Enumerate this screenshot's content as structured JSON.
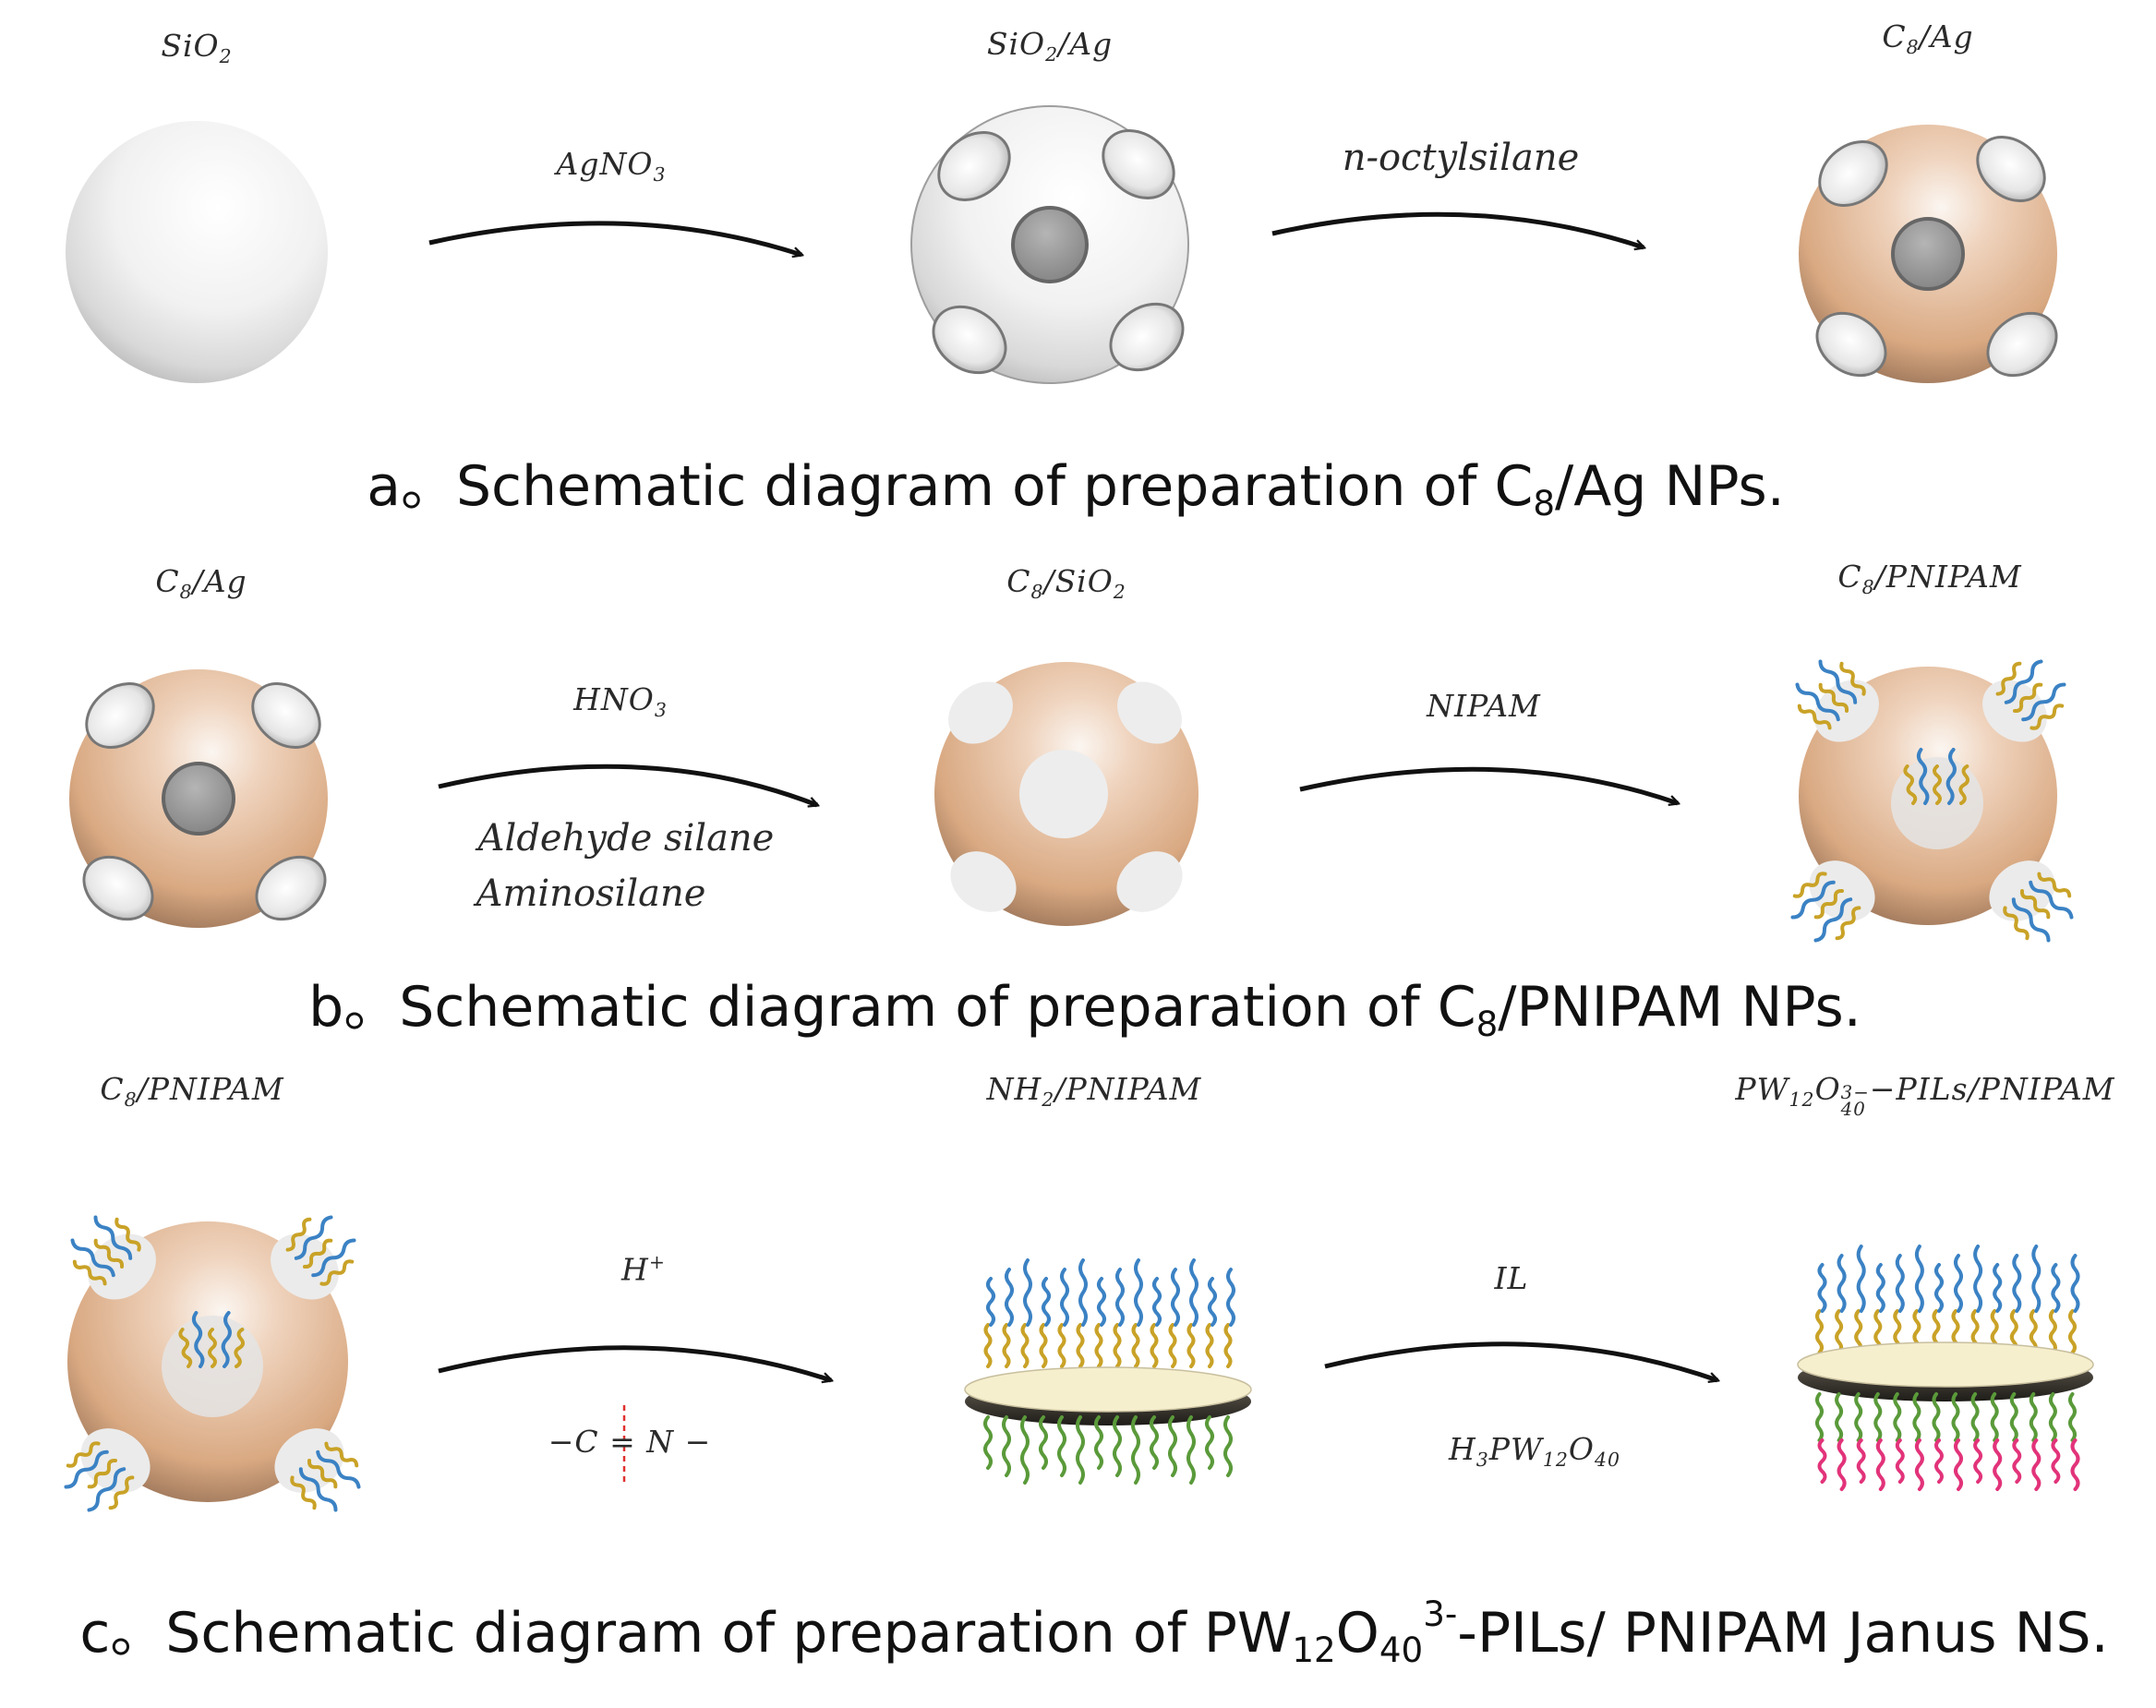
{
  "panel_a": {
    "labels": {
      "sio2": {
        "base": "SiO",
        "sub": "2"
      },
      "sio2_ag": {
        "pre": "SiO",
        "sub": "2",
        "post": "/Ag"
      },
      "c8_ag": {
        "pre": "C",
        "sub": "8",
        "post": "/Ag"
      }
    },
    "arrow1": {
      "reagent": {
        "pre": "AgNO",
        "sub": "3"
      }
    },
    "arrow2": {
      "reagent": "n-octylsilane"
    },
    "caption": {
      "pre": "a。Schematic diagram of preparation of C",
      "sub": "8",
      "post": "/Ag NPs."
    }
  },
  "panel_b": {
    "labels": {
      "c8_ag": {
        "pre": "C",
        "sub": "8",
        "post": "/Ag"
      },
      "c8_sio2": {
        "pre": "C",
        "sub": "8",
        "mid": "/SiO",
        "sub2": "2"
      },
      "c8_pnipam": {
        "pre": "C",
        "sub": "8",
        "post": "/PNIPAM"
      }
    },
    "arrow1": {
      "reagent": {
        "pre": "HNO",
        "sub": "3"
      },
      "below_1": "Aldehyde silane",
      "below_2": "Aminosilane"
    },
    "arrow2": {
      "reagent": "NIPAM"
    },
    "caption": {
      "pre": "b。Schematic diagram of preparation of C",
      "sub": "8",
      "post": "/PNIPAM NPs."
    }
  },
  "panel_c": {
    "labels": {
      "c8_pnipam": {
        "pre": "C",
        "sub": "8",
        "post": "/PNIPAM"
      },
      "nh2_pnipam": {
        "pre": "NH",
        "sub": "2",
        "post": "/PNIPAM"
      },
      "pw_pils": {
        "pre": "PW",
        "sub": "12",
        "mid": "O",
        "stack_top": "3−",
        "stack_bottom": "40",
        "post": "−PILs/PNIPAM"
      }
    },
    "arrow1": {
      "reagent": {
        "pre": "H",
        "sup": "+"
      },
      "bond_left": "−C",
      "bond_mid": "=",
      "bond_right": "N −"
    },
    "arrow2": {
      "reagent": "IL",
      "below": {
        "a": "H",
        "s1": "3",
        "b": "PW",
        "s2": "12",
        "c": "O",
        "s3": "40"
      }
    },
    "caption": {
      "pre": "c。Schematic diagram of preparation of PW",
      "sub": "12",
      "mid": "O",
      "sub2": "40",
      "sup": "3-",
      "post": "-PILs/ PNIPAM Janus NS."
    }
  },
  "colors": {
    "silica_sphere": "#f2f2f2",
    "c8_sphere": "#e2b48e",
    "ag_particle": "#9a9a9a",
    "chain_blue": "#3b82c4",
    "chain_yellow": "#c9a227",
    "chain_green": "#5a9a3a",
    "chain_pink": "#e2337a",
    "disc_top": "#f6efce",
    "bond_break_mark": "#e03030"
  }
}
